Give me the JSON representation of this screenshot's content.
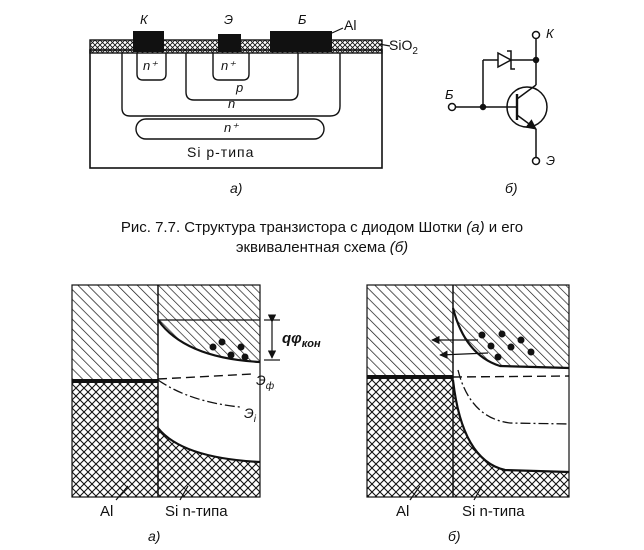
{
  "fig1": {
    "electrodes": {
      "collector": "К",
      "emitter": "Э",
      "base": "Б"
    },
    "al_label": "Al",
    "sio2_label": "SiO",
    "sio2_sub": "2",
    "regions": {
      "n_plus_collector": "n⁺",
      "n_plus_emitter": "n⁺",
      "p_region": "p",
      "n_region": "n",
      "n_plus_buried": "n⁺"
    },
    "substrate_label": "Si p-типа",
    "sub_a": "а)",
    "circuit": {
      "base": "Б",
      "collector": "К",
      "emitter": "Э"
    },
    "sub_b": "б)"
  },
  "caption": {
    "line1_prefix": "Рис. 7.7. Структура транзистора с диодом Шотки ",
    "line1_a": "(а)",
    "line1_suffix": " и его",
    "line2_prefix": "эквивалентная схема ",
    "line2_b": "(б)"
  },
  "fig2": {
    "q_phi": "qφ",
    "q_phi_sub": "кон",
    "e_f": "Э",
    "e_f_sub": "ф",
    "e_i": "Э",
    "e_i_sub": "i",
    "left_label": "Al",
    "right_label": "Si n-типа",
    "sub_a": "а)",
    "left_label_b": "Al",
    "right_label_b": "Si n-типа",
    "sub_b": "б)"
  }
}
